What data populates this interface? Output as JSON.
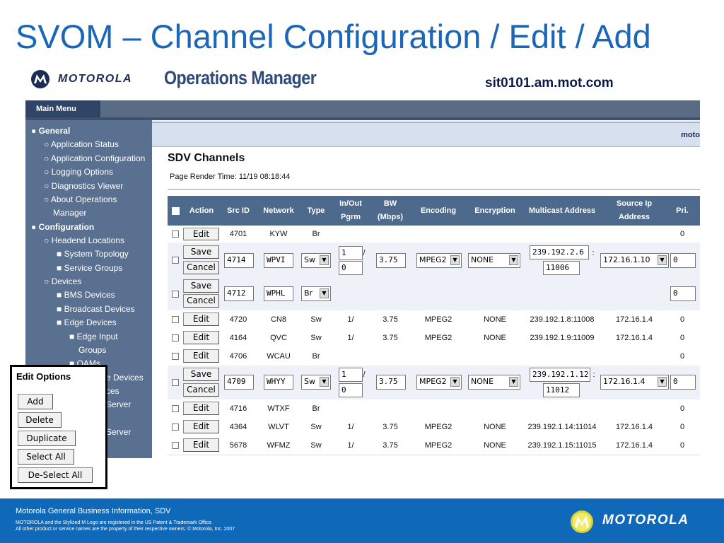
{
  "slide_title": "SVOM – Channel Configuration / Edit / Add",
  "header": {
    "brand": "MOTOROLA",
    "app_title": "Operations Manager",
    "host": "sit0101.am.mot.com"
  },
  "menu_tab": "Main Menu",
  "sidebar": {
    "items": [
      {
        "label": "General"
      },
      {
        "label": "Application Status"
      },
      {
        "label": "Application Configuration"
      },
      {
        "label": "Logging Options"
      },
      {
        "label": "Diagnostics Viewer"
      },
      {
        "label": "About Operations"
      },
      {
        "label": "Manager"
      },
      {
        "label": "Configuration"
      },
      {
        "label": "Headend Locations"
      },
      {
        "label": "System Topology"
      },
      {
        "label": "Service Groups"
      },
      {
        "label": "Devices"
      },
      {
        "label": "BMS Devices"
      },
      {
        "label": "Broadcast Devices"
      },
      {
        "label": "Edge Devices"
      },
      {
        "label": "Edge Input"
      },
      {
        "label": "Groups"
      },
      {
        "label": "QAMs"
      },
      {
        "label": "e Devices"
      },
      {
        "label": "ces"
      },
      {
        "label": "Server"
      },
      {
        "label": "Server"
      }
    ]
  },
  "content_header_right": "moto",
  "page_title": "SDV Channels",
  "render_time": "Page Render Time: 11/19 08:18:44",
  "table": {
    "headers": {
      "action": "Action",
      "src_id": "Src ID",
      "network": "Network",
      "type": "Type",
      "inout_1": "In/Out",
      "inout_2": "Pgrm",
      "bw_1": "BW",
      "bw_2": "(Mbps)",
      "encoding": "Encoding",
      "encryption": "Encryption",
      "multicast": "Multicast Address",
      "source_ip_1": "Source Ip",
      "source_ip_2": "Address",
      "pri": "Pri."
    },
    "rows": [
      {
        "action": "Edit",
        "src_id": "4701",
        "network": "KYW",
        "type": "Br",
        "inout": "",
        "bw": "",
        "encoding": "",
        "encryption": "",
        "multicast": "",
        "source_ip": "",
        "pri": "0"
      },
      {
        "action1": "Save",
        "action2": "Cancel",
        "src_id": "4714",
        "network": "WPVI",
        "type": "Sw",
        "inout_in": "1",
        "inout_sep": "/",
        "inout_out": "0",
        "bw": "3.75",
        "encoding": "MPEG2",
        "encryption": "NONE",
        "mc_addr": "239.192.2.6",
        "mc_sep": ":",
        "mc_port": "11006",
        "source_ip": "172.16.1.10",
        "pri": "0"
      },
      {
        "action1": "Save",
        "action2": "Cancel",
        "src_id": "4712",
        "network": "WPHL",
        "type": "Br",
        "pri": "0"
      },
      {
        "action": "Edit",
        "src_id": "4720",
        "network": "CN8",
        "type": "Sw",
        "inout": "1/",
        "bw": "3.75",
        "encoding": "MPEG2",
        "encryption": "NONE",
        "multicast": "239.192.1.8:11008",
        "source_ip": "172.16.1.4",
        "pri": "0"
      },
      {
        "action": "Edit",
        "src_id": "4164",
        "network": "QVC",
        "type": "Sw",
        "inout": "1/",
        "bw": "3.75",
        "encoding": "MPEG2",
        "encryption": "NONE",
        "multicast": "239.192.1.9:11009",
        "source_ip": "172.16.1.4",
        "pri": "0"
      },
      {
        "action": "Edit",
        "src_id": "4706",
        "network": "WCAU",
        "type": "Br",
        "inout": "",
        "bw": "",
        "encoding": "",
        "encryption": "",
        "multicast": "",
        "source_ip": "",
        "pri": "0"
      },
      {
        "action1": "Save",
        "action2": "Cancel",
        "src_id": "4709",
        "network": "WHYY",
        "type": "Sw",
        "inout_in": "1",
        "inout_sep": "/",
        "inout_out": "0",
        "bw": "3.75",
        "encoding": "MPEG2",
        "encryption": "NONE",
        "mc_addr": "239.192.1.12",
        "mc_sep": ":",
        "mc_port": "11012",
        "source_ip": "172.16.1.4",
        "pri": "0"
      },
      {
        "action": "Edit",
        "src_id": "4716",
        "network": "WTXF",
        "type": "Br",
        "inout": "",
        "bw": "",
        "encoding": "",
        "encryption": "",
        "multicast": "",
        "source_ip": "",
        "pri": "0"
      },
      {
        "action": "Edit",
        "src_id": "4364",
        "network": "WLVT",
        "type": "Sw",
        "inout": "1/",
        "bw": "3.75",
        "encoding": "MPEG2",
        "encryption": "NONE",
        "multicast": "239.192.1.14:11014",
        "source_ip": "172.16.1.4",
        "pri": "0"
      },
      {
        "action": "Edit",
        "src_id": "5678",
        "network": "WFMZ",
        "type": "Sw",
        "inout": "1/",
        "bw": "3.75",
        "encoding": "MPEG2",
        "encryption": "NONE",
        "multicast": "239.192.1.15:11015",
        "source_ip": "172.16.1.4",
        "pri": "0"
      }
    ]
  },
  "edit_options": {
    "title": "Edit Options",
    "add": "Add",
    "delete": "Delete",
    "duplicate": "Duplicate",
    "select_all": "Select All",
    "deselect_all": "De-Select All"
  },
  "footer": {
    "line1": "Motorola General Business Information, SDV",
    "line2": "MOTOROLA and the Stylized M Logo are registered in the US Patent & Trademark Office.",
    "line3": "All other product or service names are the property of their respective owners. © Motorola, Inc. 2007",
    "brand": "MOTOROLA"
  },
  "colors": {
    "title_blue": "#1a66b8",
    "sidebar_bg": "#5a7090",
    "table_header_bg": "#4d6a8c",
    "footer_bg": "#0f68b8"
  }
}
